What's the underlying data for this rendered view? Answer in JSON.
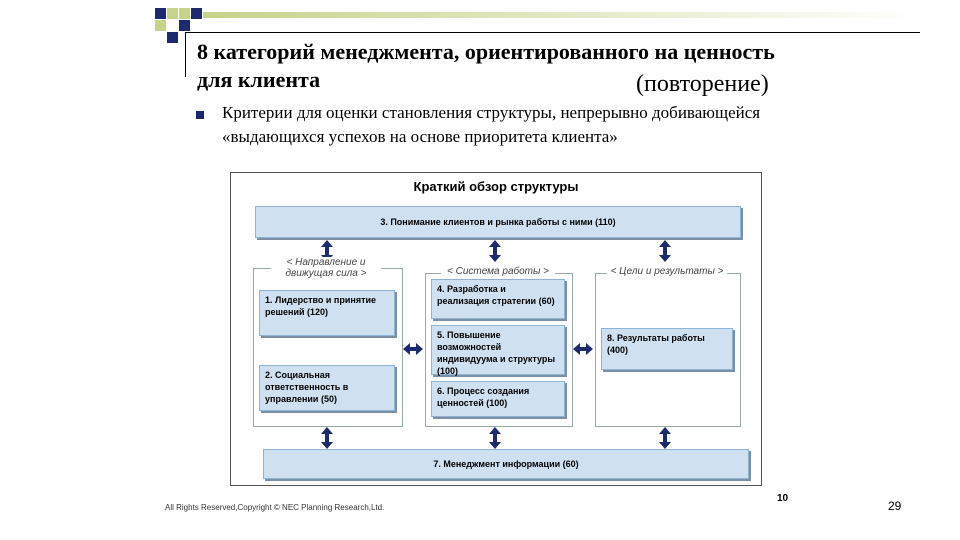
{
  "slide": {
    "title": "8 категорий менеджмента, ориентированного на ценность для клиента",
    "subtitle": "(повторение)",
    "bullet_text": "Критерии для оценки становления структуры, непрерывно добивающейся «выдающихся успехов на основе приоритета клиента»",
    "footer": "All Rights Reserved,Copyright © NEC Planning Research,Ltd.",
    "inner_page_number": "10",
    "page_number": "29"
  },
  "diagram": {
    "title": "Краткий обзор структуры",
    "top_bar": "3. Понимание клиентов и рынка работы с ними (110)",
    "bottom_bar": "7. Менеджмент информации (60)",
    "columns": [
      {
        "label": "< Направление и движущая сила >",
        "boxes": [
          "1. Лидерство и принятие решений (120)",
          "2. Социальная ответственность в управлении (50)"
        ]
      },
      {
        "label": "< Система работы >",
        "boxes": [
          "4. Разработка и реализация стратегии (60)",
          "5. Повышение возможностей индивидуума и структуры (100)",
          "6. Процесс создания ценностей (100)"
        ]
      },
      {
        "label": "< Цели и результаты >",
        "boxes": [
          "8. Результаты работы (400)"
        ]
      }
    ]
  },
  "colors": {
    "box_fill": "#cfe1f1",
    "arrow": "#1e2a6e",
    "bullet": "#1e2a6e"
  }
}
